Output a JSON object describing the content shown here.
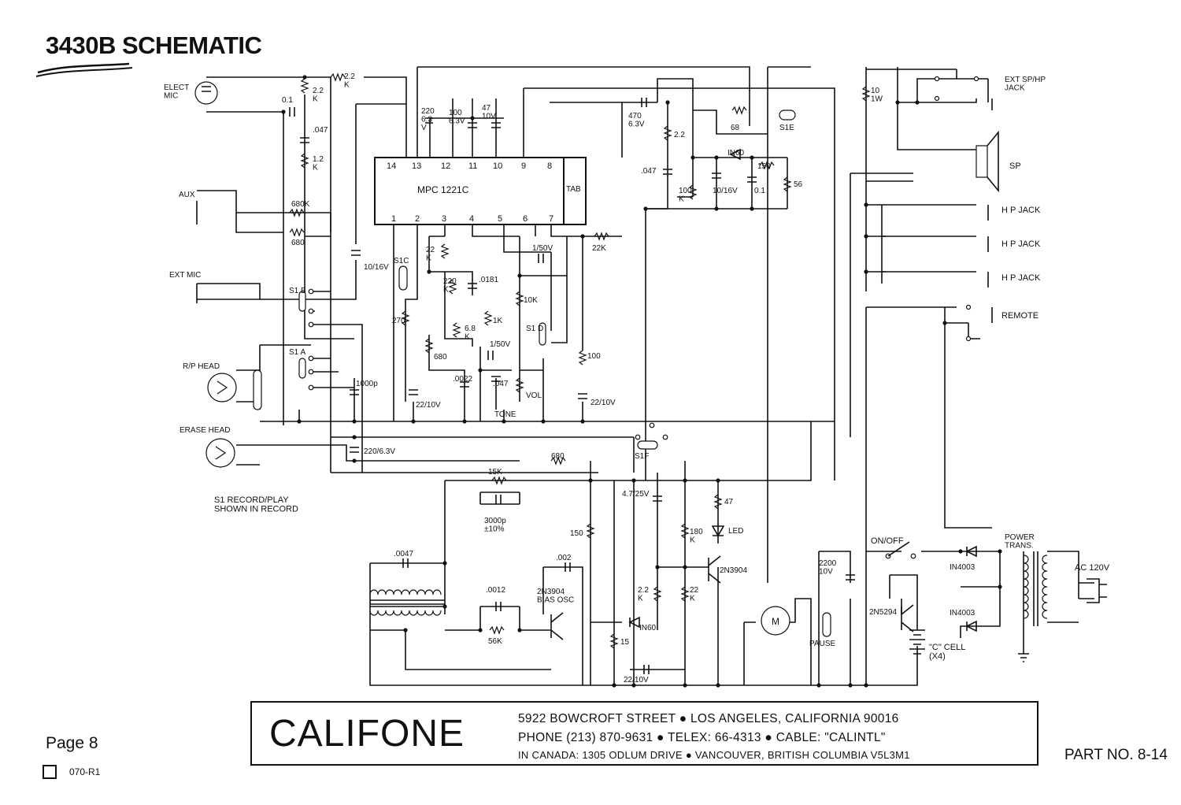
{
  "title": "3430B SCHEMATIC",
  "page": "Page 8",
  "doc_code": "070-R1",
  "part_no": "PART NO. 8-14",
  "footer": {
    "brand": "CALIFONE",
    "address_line1": "5922 BOWCROFT STREET  ●  LOS ANGELES, CALIFORNIA 90016",
    "address_line2": "PHONE (213) 870-9631  ●  TELEX:  66-4313  ●  CABLE:  \"CALINTL\"",
    "address_line3": "IN CANADA: 1305 ODLUM DRIVE  ●  VANCOUVER, BRITISH COLUMBIA V5L3M1"
  },
  "ic": {
    "name": "MPC 1221C",
    "tab": "TAB",
    "pins_top": [
      "14",
      "13",
      "12",
      "11",
      "10",
      "9",
      "8"
    ],
    "pins_bottom": [
      "1",
      "2",
      "3",
      "4",
      "5",
      "6",
      "7"
    ]
  },
  "labels": {
    "elect_mic": "ELECT\nMIC",
    "aux": "AUX",
    "ext_mic": "EXT MIC",
    "rp_head": "R/P HEAD",
    "erase_head": "ERASE HEAD",
    "note": "S1 RECORD/PLAY\nSHOWN IN RECORD",
    "ext_sp_hp_jack": "EXT SP/HP\nJACK",
    "sp": "SP",
    "hp_jack_1": "H P JACK",
    "hp_jack_2": "H P JACK",
    "hp_jack_3": "H P JACK",
    "remote": "REMOTE",
    "on_off": "ON/OFF",
    "power_trans": "POWER\nTRANS.",
    "ac": "AC 120V",
    "motor": "M",
    "pause": "PAUSE",
    "c_cell": "\"C\" CELL\n(X4)",
    "led": "LED",
    "tone": "TONE",
    "vol": "VOL",
    "bias_osc": "2N3904\nBIAS OSC"
  },
  "components": {
    "r_2k2_a": "2.2\nK",
    "r_2k2_b": "2.2\nK",
    "c_01": "0.1",
    "c_047_a": ".047",
    "r_1k2": "1.2\nK",
    "r_680k": "680K",
    "r_680": "680",
    "c_10_16v": "10/16V",
    "s1b": "S1 B",
    "s1a": "S1 A",
    "s1c": "S1C",
    "c_220_63": "220\n6.3\nV",
    "c_100_63": "100\n6.3V",
    "c_47_10": "47\n10V",
    "c_470_63": "470\n6.3V",
    "r_2_2": "2.2",
    "c_047_b": ".047",
    "r_100k": "100\nK",
    "r_68": "68",
    "s1e": "S1E",
    "d_in60_a": "IN60",
    "r_150": "150",
    "c_10_16b": "10/16V",
    "c_0_1b": "0.1",
    "r_56": "56",
    "r_10_1w": "10\n1W",
    "r_22k_a": "22\nK",
    "r_220k": "220\nK",
    "c_0181": ".0181",
    "r_270": "270",
    "r_6k8": "6.8\nK",
    "r_1k": "1K",
    "r_680b": "680",
    "c_22_10a": "22/10V",
    "c_0022": ".0022",
    "c_1_50v_a": "1/50V",
    "c_047_c": ".047",
    "r_10k": "10K",
    "s1d": "S1 D",
    "c_1_50v_b": "1/50V",
    "r_22k_b": "22K",
    "r_100": "100",
    "c_22_10b": "22/10V",
    "c_1000p": "1000p",
    "c_220_63b": "220/6.3V",
    "r_680c": "680",
    "s1f": "S1F",
    "r_15k": "15K",
    "c_3000p": "3000p\n±10%",
    "c_0047": ".0047",
    "c_002": ".002",
    "c_0012": ".0012",
    "r_56k": "56K",
    "r_150b": "150",
    "c_4_7_25v": "4.7/25V",
    "r_2_2k_c": "2.2\nK",
    "d_in60_b": "IN60",
    "r_15": "15",
    "c_22_10c": "22/10V",
    "r_180k": "180\nK",
    "r_22k_c": "22\nK",
    "r_47": "47",
    "q_2n3904": "2N3904",
    "c_2200_10v": "2200\n10V",
    "q_2n5294": "2N5294",
    "d_in4003_a": "IN4003",
    "d_in4003_b": "IN4003"
  }
}
